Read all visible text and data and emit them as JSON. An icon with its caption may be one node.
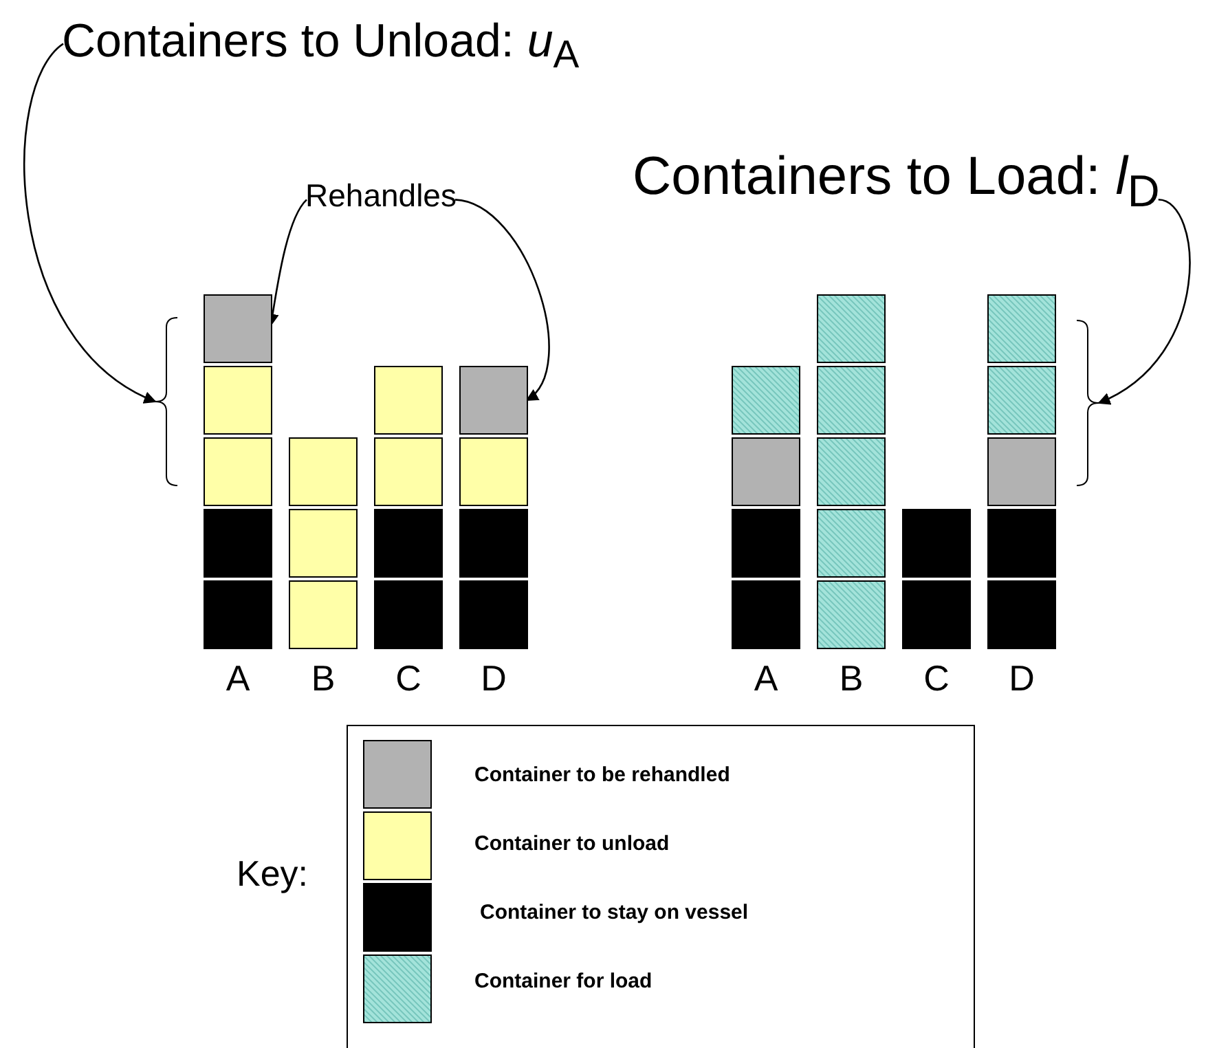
{
  "diagram": {
    "nodes": [
      {
        "text": [
          "Containers to Unload: *u*$_{A}$"
        ]
      },
      {
        "text": [
          "Rehandles"
        ]
      },
      {
        "text": [
          "Containers to Load: *l*$_{D}$"
        ]
      },
      {
        "text": [],
        "shape": "bracket"
      },
      {
        "text": [],
        "shape": "box"
      },
      {
        "text": [],
        "shape": "box"
      },
      {
        "text": [],
        "shape": "bracket"
      },
      {
        "text": [],
        "shape": "box"
      },
      {
        "text": [],
        "shape": "box"
      }
    ],
    "edges": [
      {
        "from": 0,
        "to": 3,
        "arrow": "to"
      },
      {
        "from": 1,
        "to": 4,
        "arrow": "to"
      },
      {
        "from": 1,
        "to": 5,
        "arrow": "to"
      },
      {
        "from": 2,
        "to": 6,
        "arrow": "to"
      }
    ],
    "labels": [
      "A",
      "B",
      "C",
      "D",
      "A",
      "B",
      "C",
      "D",
      "Key:"
    ],
    "legend": [
      {
        "text": "Container to be rehandled",
        "color": "#b2b2b2"
      },
      {
        "text": "Container to unload",
        "color": "#ffffa8"
      },
      {
        "text": "Container to stay on vessel",
        "color": "#000000"
      },
      {
        "text": "Container for load",
        "color": "#a3e3da"
      }
    ]
  }
}
